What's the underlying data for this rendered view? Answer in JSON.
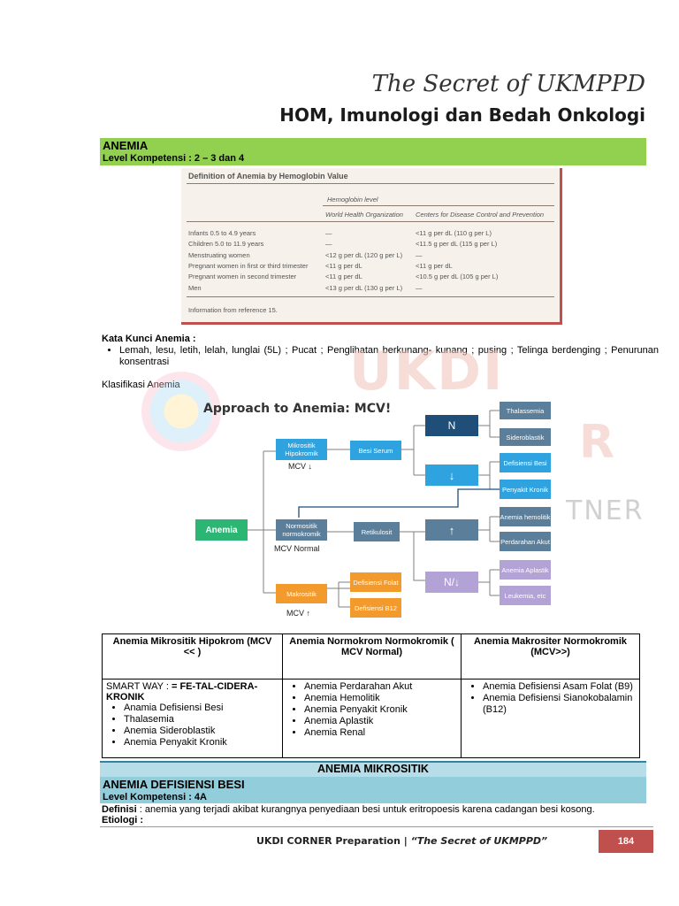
{
  "header": {
    "series_title": "The Secret of UKMPPD",
    "chapter_title": "HOM, Imunologi dan Bedah Onkologi"
  },
  "section1": {
    "title": "ANEMIA",
    "level": "Level Kompetensi : 2 – 3 dan 4"
  },
  "ref_table": {
    "title": "Definition of Anemia by Hemoglobin Value",
    "group_header": "Hemoglobin level",
    "col_who": "World Health Organization",
    "col_cdc": "Centers for Disease Control and Prevention",
    "rows": [
      [
        "Infants 0.5 to 4.9 years",
        "—",
        "<11 g per dL (110 g per L)"
      ],
      [
        "Children 5.0 to 11.9 years",
        "—",
        "<11.5 g per dL (115 g per L)"
      ],
      [
        "Menstruating women",
        "<12 g per dL (120 g per L)",
        "—"
      ],
      [
        "Pregnant women in first or third trimester",
        "<11 g per dL",
        "<11 g per dL"
      ],
      [
        "Pregnant women in second trimester",
        "<11 g per dL",
        "<10.5 g per dL (105 g per L)"
      ],
      [
        "Men",
        "<13 g per dL (130 g per L)",
        "—"
      ]
    ],
    "footnote": "Information from reference 15."
  },
  "kata_kunci": {
    "title": "Kata Kunci Anemia :",
    "items": [
      "Lemah, lesu, letih, lelah, lunglai (5L) ; Pucat ; Penglihatan berkunang- kunang ; pusing  ; Telinga berdenging ; Penurunan konsentrasi"
    ]
  },
  "klasifikasi_label": "Klasifikasi Anemia",
  "watermark": {
    "text1": "UKDI",
    "text2": "R",
    "text3": "TNER"
  },
  "diagram": {
    "title": "Approach to Anemia: MCV!",
    "anemia": "Anemia",
    "mikro": "Mikrositik Hipokromik",
    "mcv_down": "MCV ↓",
    "normo": "Normositik normokromik",
    "mcv_normal": "MCV Normal",
    "makro": "Makrositik",
    "mcv_up": "MCV ↑",
    "besi_serum": "Besi Serum",
    "retikulosit": "Retikulosit",
    "def_folat": "Defisiensi Folat",
    "def_b12": "Defisiensi B12",
    "n": "N",
    "down": "↓",
    "up": "↑",
    "n_down": "N/↓",
    "thalassemia": "Thalassemia",
    "sideroblastik": "Sideroblastik",
    "def_besi": "Defisiensi Besi",
    "penyakit_kronik": "Penyakit Kronik",
    "anemia_hemolitik": "Anemia hemolitik",
    "perdarahan_akut": "Perdarahan Akut",
    "anemia_aplastik": "Anemia Aplastik",
    "leukemia": "Leukemia, etc"
  },
  "class_table": {
    "h1": "Anemia Mikrositik Hipokrom (MCV << )",
    "h2": "Anemia Normokrom Normokromik ( MCV Normal)",
    "h3": "Anemia Makrositer Normokromik (MCV>>)",
    "smart_way_label": "SMART WAY :",
    "smart_way_value": "= FE-TAL-CIDERA-KRONIK",
    "col1": [
      "Anamia Defisiensi Besi",
      "Thalasemia",
      "Anemia Sideroblastik",
      "Anemia Penyakit Kronik"
    ],
    "col2": [
      "Anemia Perdarahan Akut",
      "Anemia Hemolitik",
      "Anemia Penyakit Kronik",
      "Anemia Aplastik",
      "Anemia Renal"
    ],
    "col3": [
      "Anemia Defisiensi Asam Folat (B9)",
      "Anemia Defisiensi Sianokobalamin (B12)"
    ]
  },
  "section2": {
    "header": "ANEMIA MIKROSITIK",
    "title": "ANEMIA DEFISIENSI BESI",
    "level": "Level Kompetensi : 4A",
    "def_label": "Definisi",
    "def_text": " : anemia yang terjadi akibat kurangnya penyediaan besi untuk eritropoesis karena cadangan besi kosong.",
    "etio": "Etiologi :"
  },
  "footer": {
    "left": "UKDI CORNER Preparation | ",
    "right": "“The Secret of UKMPPD”",
    "page": "184"
  }
}
